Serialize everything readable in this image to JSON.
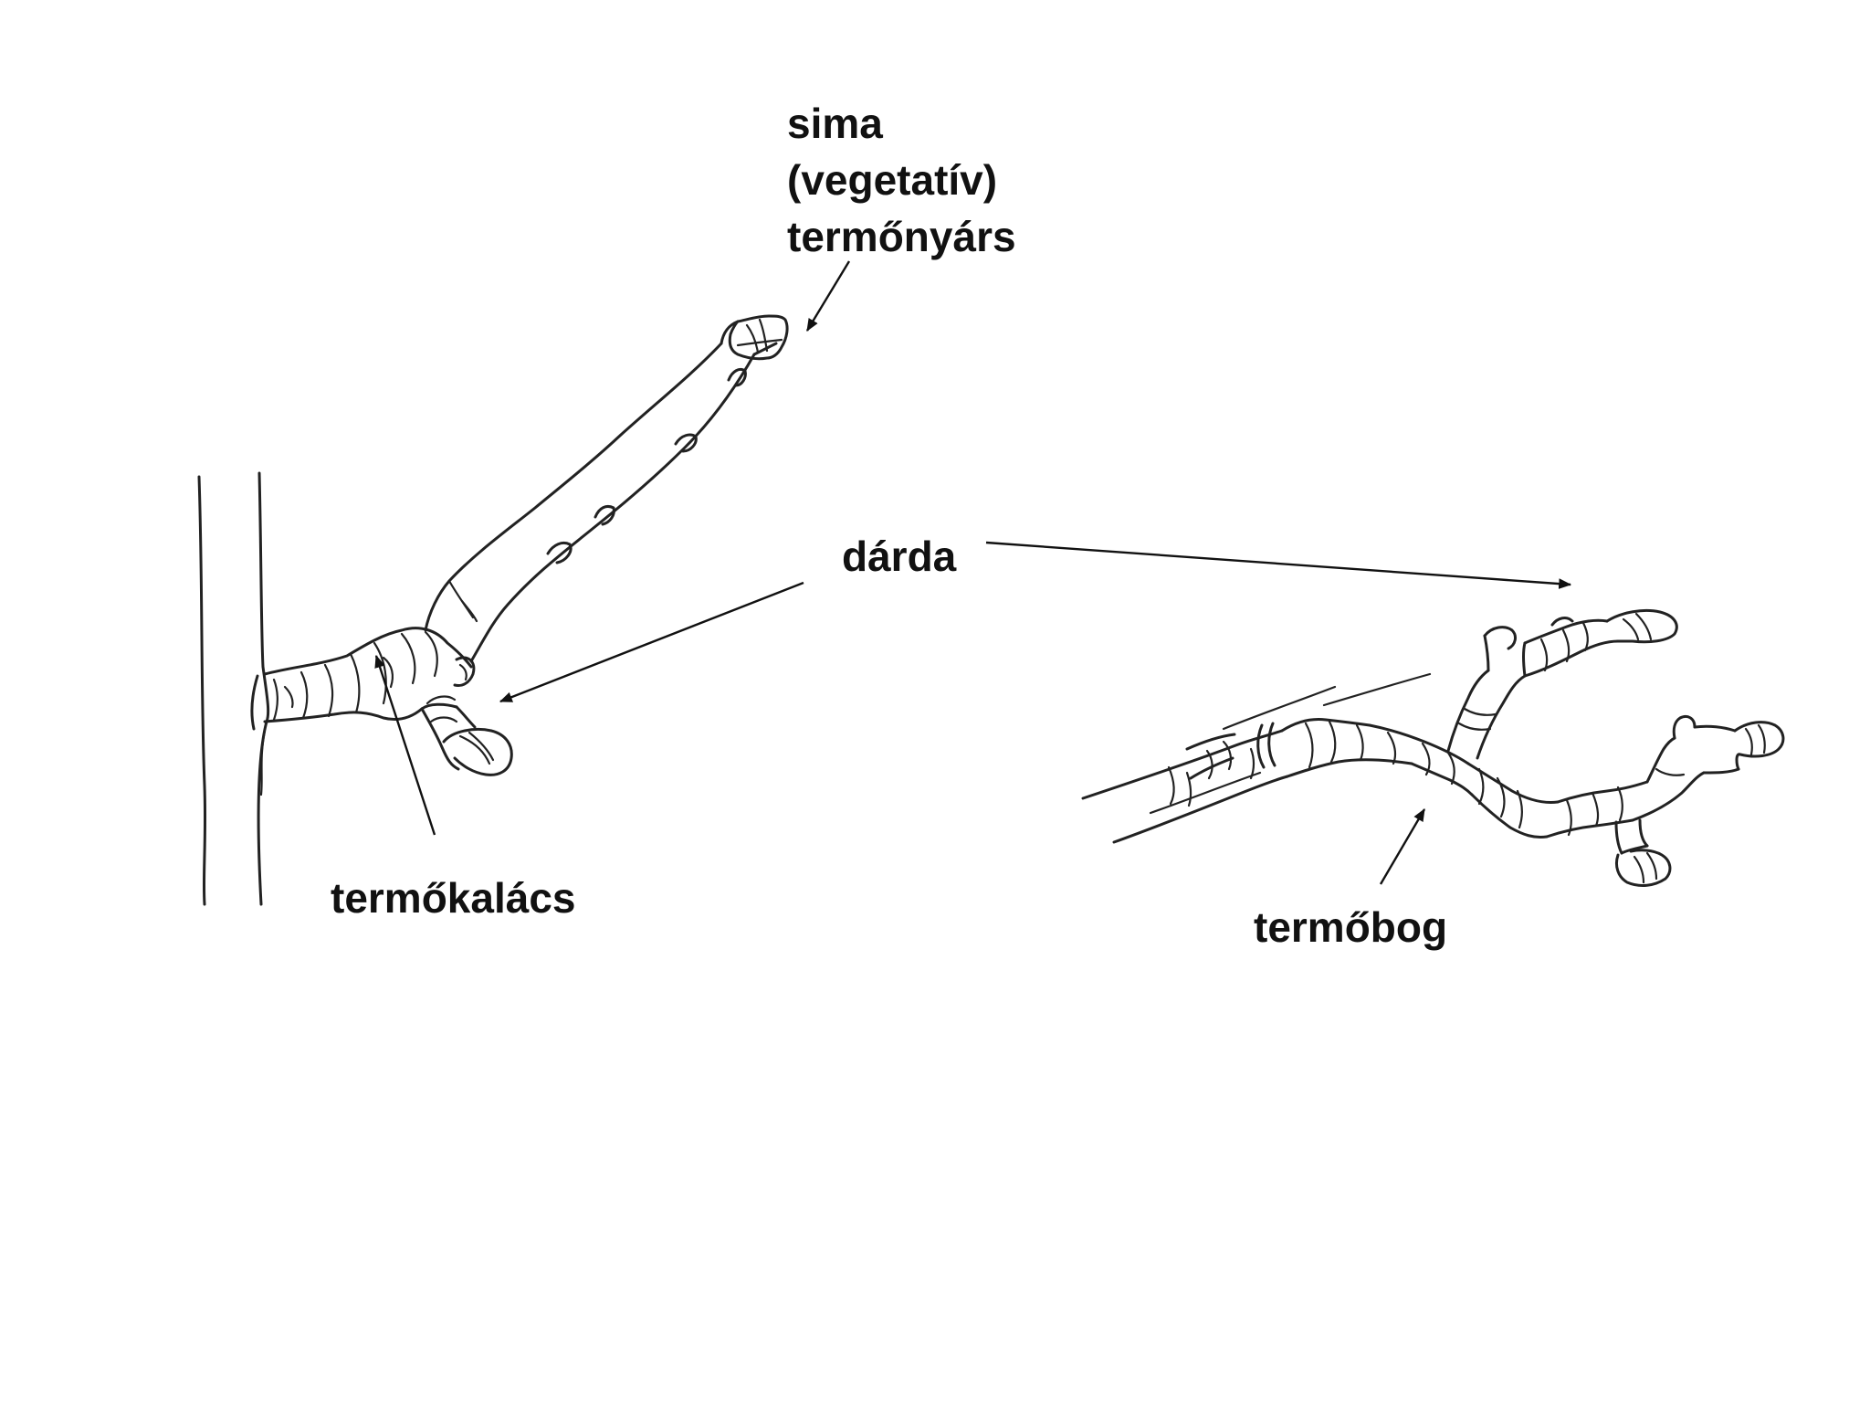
{
  "labels": {
    "sima_line1": "sima",
    "sima_line2": "(vegetatív)",
    "sima_line3": "termőnyárs",
    "darda": "dárda",
    "termokalacs": "termőkalács",
    "termobog": "termőbog"
  },
  "colors": {
    "ink": "#222222",
    "background": "#ffffff"
  }
}
